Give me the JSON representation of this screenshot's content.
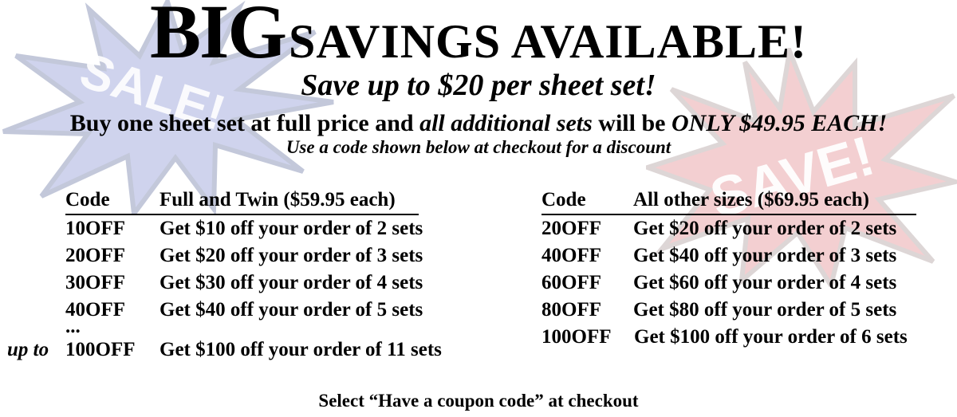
{
  "bursts": {
    "left": {
      "text": "SALE!",
      "color": "#3a4fb8"
    },
    "right": {
      "text": "SAVE!",
      "color": "#c2282c"
    }
  },
  "headline": {
    "big": "BIG",
    "rest": "SAVINGS AVAILABLE!"
  },
  "subhead": "Save up to $20 per sheet set!",
  "offer": {
    "part1": "Buy one sheet set at full price and ",
    "part2": "all additional sets",
    "part3": " will be ",
    "part4": "ONLY $49.95 EACH!"
  },
  "instruction": "Use a code shown below at checkout for a discount",
  "left_table": {
    "header_code": "Code",
    "header_desc": "Full and Twin ($59.95 each)",
    "rows": [
      {
        "code": "10OFF",
        "desc": "Get $10 off your order of 2 sets"
      },
      {
        "code": "20OFF",
        "desc": "Get $20 off your order of 3 sets"
      },
      {
        "code": "30OFF",
        "desc": "Get $30 off your order of 4 sets"
      },
      {
        "code": "40OFF",
        "desc": "Get $40 off your order of 5 sets"
      }
    ],
    "ellipsis": "...",
    "upto_label": "up to",
    "last_row": {
      "code": "100OFF",
      "desc": "Get $100 off your order of 11 sets"
    }
  },
  "right_table": {
    "header_code": "Code",
    "header_desc": "All other sizes ($69.95 each)",
    "rows": [
      {
        "code": "20OFF",
        "desc": "Get $20 off your order of 2 sets"
      },
      {
        "code": "40OFF",
        "desc": "Get $40 off your order of 3 sets"
      },
      {
        "code": "60OFF",
        "desc": "Get $60 off your order of 4 sets"
      },
      {
        "code": "80OFF",
        "desc": "Get $80 off your order of 5 sets"
      },
      {
        "code": "100OFF",
        "desc": "Get $100 off your order of 6 sets"
      }
    ]
  },
  "footer": "Select “Have a coupon code” at checkout"
}
